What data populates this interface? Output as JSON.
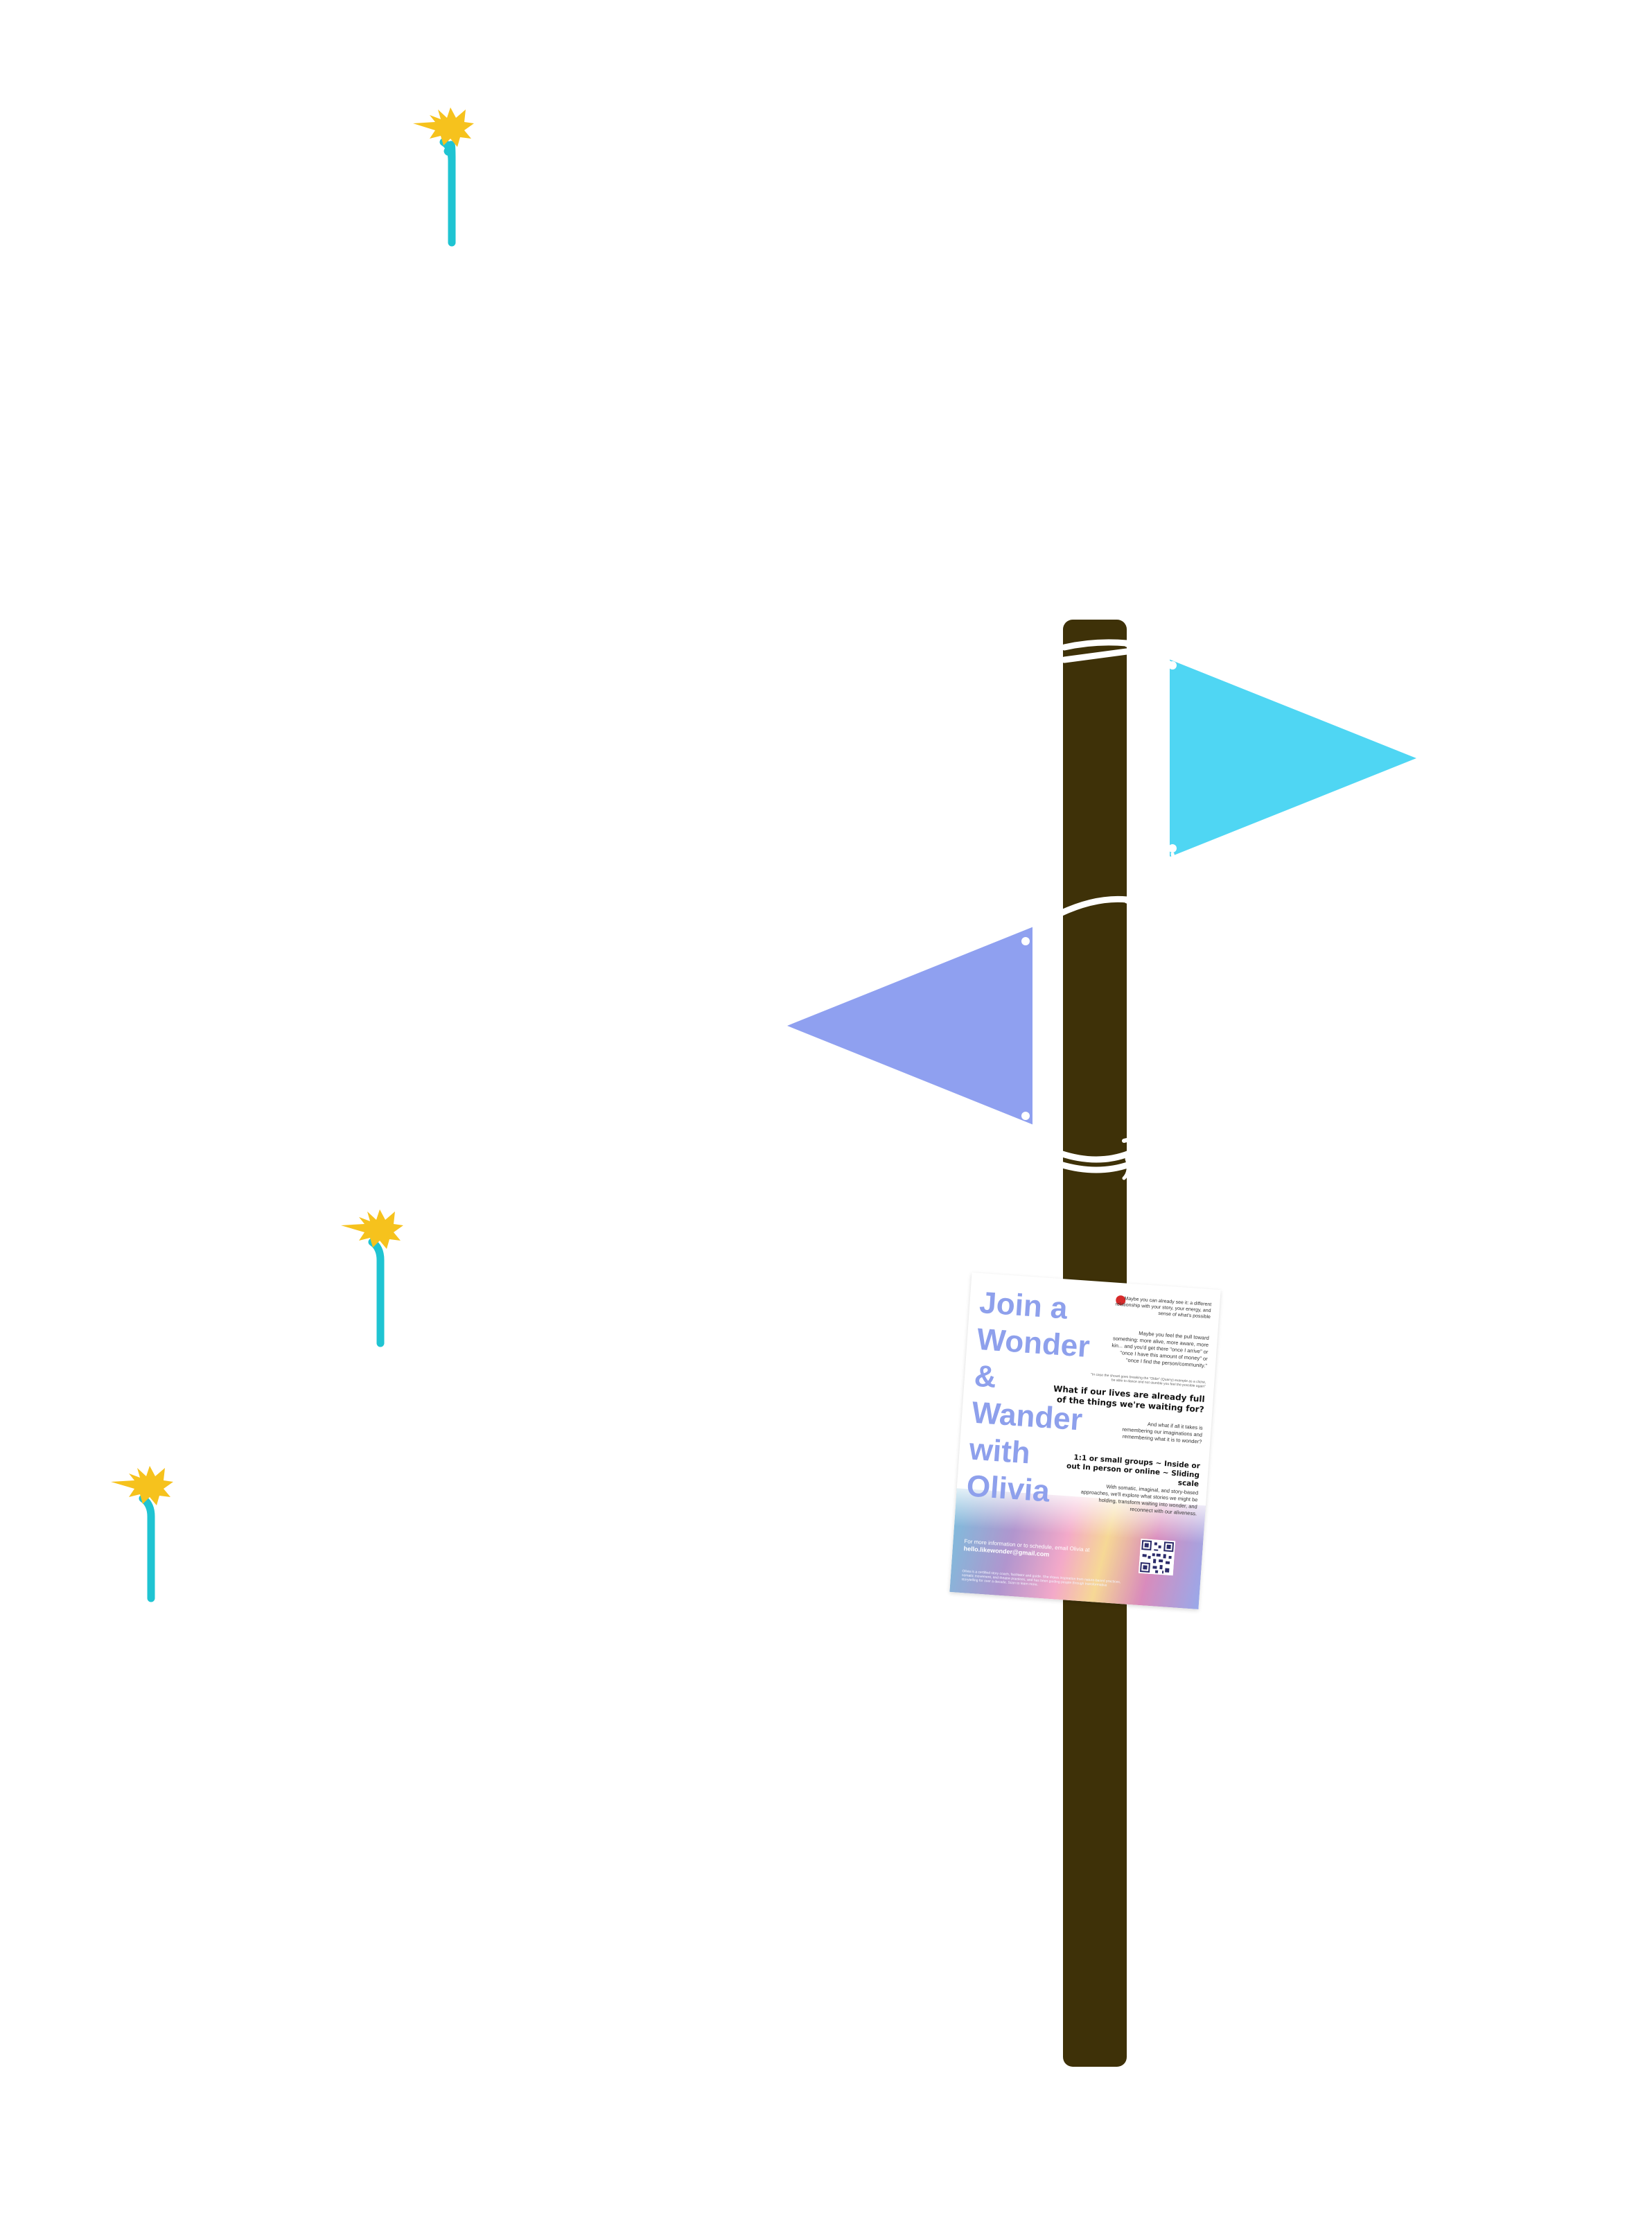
{
  "colors": {
    "pole": "#3e3108",
    "flag_upper": "#4fd6f3",
    "flag_lower": "#8fa0f0",
    "rope": "#ffffff",
    "flower_petals": "#f6c21d",
    "flower_stem": "#1fc4d2",
    "headline": "#8ea0ec",
    "pin": "#d62a2a"
  },
  "flyer": {
    "headline_lines": [
      "Join a",
      "Wonder",
      "&",
      "Wander",
      "with",
      "Olivia"
    ],
    "intro": "Maybe you can already see it: a different relationship with your story, your energy, and sense of what's possible",
    "pull": "Maybe you feel the pull toward something: more alive, more aware, more kin... and you'd get there \"once I arrive\" or \"once I have this amount of money\" or \"once I find the person/community.\"",
    "quote_note": "\"In case the shovel goes breaking the \"Oldie\" (Quarry) example as a cliché, be able to dance and not stumble you feel the possible again\"",
    "question": "What if our lives are already full of the things we're waiting for?",
    "and_what": "And what if all it takes is remembering our imaginations and remembering what it is to wonder?",
    "options": "1:1 or small groups ~ Inside or out In person or online ~ Sliding scale",
    "method": "With somatic, imaginal, and story-based approaches, we'll explore what stories we might be holding, transform waiting into wonder, and reconnect with our aliveness.",
    "cta": "For more information or to schedule, email Olivia at",
    "email": "hello.likewonder@gmail.com",
    "fine_print": "Olivia is a certified story coach, facilitator and guide. She draws inspiration from nature-based practices, somatic movement, and theatre practices, and has been guiding people through transformative storytelling for over a decade. Scan to learn more."
  },
  "icons": [
    "flower-icon",
    "qr-code-icon",
    "pin-icon"
  ]
}
